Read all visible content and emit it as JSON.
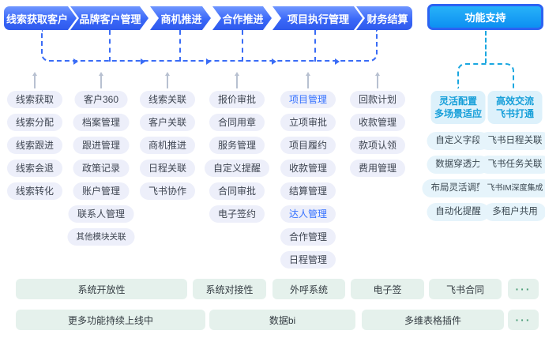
{
  "colors": {
    "accent_blue": "#3370ff",
    "flow_line_blue": "#3a6cf6",
    "support_cyan": "#1aa7e0",
    "dots_green": "#4f9f7a",
    "pill_bg": "#edeffa",
    "pill_cyan_bg": "#e6f4fb",
    "bottom_bar_bg": "#e5f1ec"
  },
  "flow_stages": [
    {
      "label": "线索获取客户",
      "items": [
        "线索获取",
        "线索分配",
        "线索跟进",
        "线索会退",
        "线索转化"
      ]
    },
    {
      "label": "品牌客户管理",
      "items": [
        "客户360",
        "档案管理",
        "跟进管理",
        "政策记录",
        "账户管理",
        "联系人管理",
        {
          "label": "其他模块关联",
          "small": true
        }
      ]
    },
    {
      "label": "商机推进",
      "items": [
        "线索关联",
        "客户关联",
        "商机推进",
        "日程关联",
        "飞书协作"
      ]
    },
    {
      "label": "合作推进",
      "items": [
        "报价审批",
        "合同用章",
        "服务管理",
        "自定义提醒",
        "合同审批",
        "电子签约"
      ]
    },
    {
      "label": "项目执行管理",
      "items": [
        {
          "label": "项目管理",
          "accent": true
        },
        "立项审批",
        "项目履约",
        "收款管理",
        "结算管理",
        {
          "label": "达人管理",
          "accent": true
        },
        "合作管理",
        "日程管理"
      ]
    },
    {
      "label": "财务结算",
      "items": [
        "回款计划",
        "收款管理",
        "款项认领",
        "费用管理"
      ]
    }
  ],
  "support": {
    "label": "功能支持",
    "groups": [
      {
        "title_lines": [
          "灵活配置",
          "多场景适应"
        ],
        "items": [
          "自定义字段",
          "数据穿透力",
          "布局灵活调整",
          "自动化提醒"
        ]
      },
      {
        "title_lines": [
          "高效交流",
          "飞书打通"
        ],
        "items": [
          "飞书日程关联",
          "飞书任务关联",
          {
            "label": "飞书IM深度集成",
            "small": true
          },
          "多租户共用"
        ]
      }
    ]
  },
  "bottom_rows": [
    [
      "系统开放性",
      "系统对接性",
      "外呼系统",
      "电子签",
      "飞书合同",
      {
        "label": "···",
        "dots": true
      }
    ],
    [
      "更多功能持续上线中",
      "数据bi",
      "多维表格插件",
      {
        "label": "···",
        "dots": true
      }
    ]
  ]
}
